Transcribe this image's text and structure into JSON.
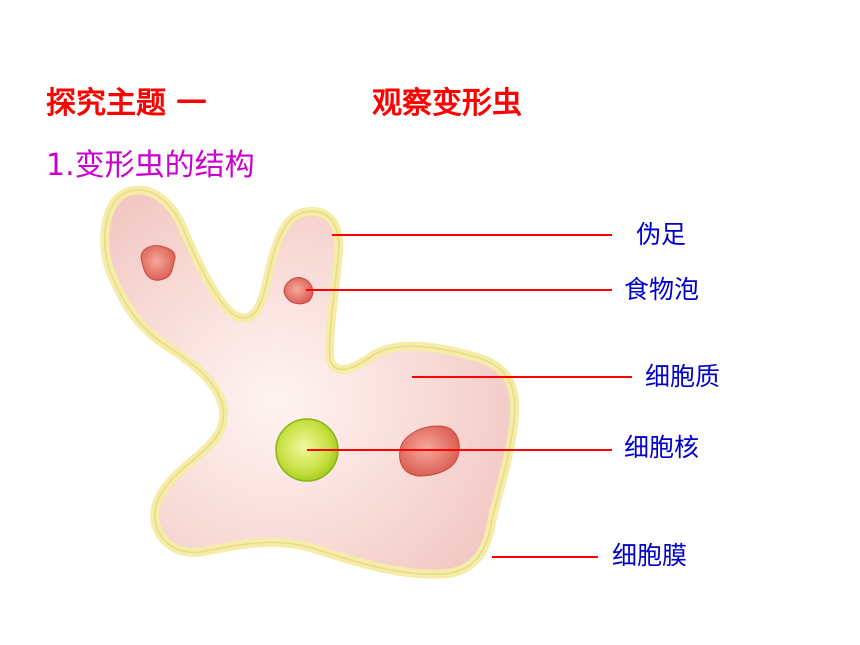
{
  "header": {
    "topic": "探究主题 一",
    "topic_title": "观察变形虫",
    "section": "1.变形虫的结构"
  },
  "labels": {
    "pseudopod": "伪足",
    "food_vacuole": "食物泡",
    "cytoplasm": "细胞质",
    "nucleus": "细胞核",
    "cell_membrane": "细胞膜"
  },
  "colors": {
    "title": "#ff0000",
    "section": "#cc00cc",
    "label": "#0000cc",
    "leader_line": "#ff0000",
    "membrane": "#f7efb0",
    "cytoplasm": "#f6d3d0",
    "food_vacuole": "#e0675c",
    "nucleus": "#b5d92a"
  }
}
